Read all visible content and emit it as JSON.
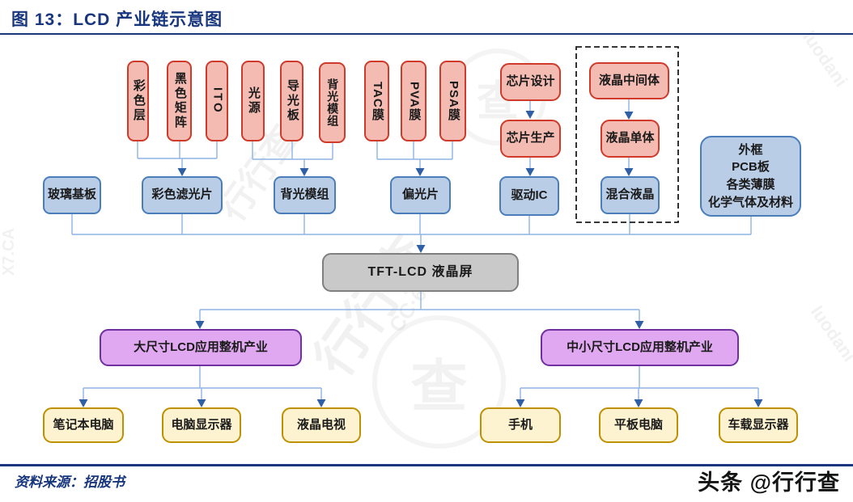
{
  "title": "图 13：LCD 产业链示意图",
  "source_note": "资料来源：招股书",
  "brand_watermark": "头条 @行行查",
  "background_watermarks": [
    "行行查",
    "luodani",
    "CC·6A",
    "X7.CA",
    "查"
  ],
  "diagram": {
    "upstream": {
      "color_filter_materials": [
        "彩色层",
        "黑色矩阵",
        "ITO"
      ],
      "backlight_materials": [
        "光源",
        "导光板",
        "背光模组"
      ],
      "polarizer_materials": [
        "TAC膜",
        "PVA膜",
        "PSA膜"
      ],
      "chip_chain": [
        "芯片设计",
        "芯片生产"
      ],
      "lc_chain": [
        "液晶中间体",
        "液晶单体"
      ]
    },
    "midstream": {
      "glass": "玻璃基板",
      "color_filter": "彩色滤光片",
      "backlight": "背光模组",
      "polarizer": "偏光片",
      "driver_ic": "驱动IC",
      "mixed_lc": "混合液晶",
      "materials_lines": [
        "外框",
        "PCB板",
        "各类薄膜",
        "化学气体及材料"
      ]
    },
    "panel": "TFT-LCD 液晶屏",
    "downstream": {
      "large": "大尺寸LCD应用整机产业",
      "small": "中小尺寸LCD应用整机产业",
      "large_products": [
        "笔记本电脑",
        "电脑显示器",
        "液晶电视"
      ],
      "small_products": [
        "手机",
        "平板电脑",
        "车载显示器"
      ]
    }
  },
  "colors": {
    "accent_navy": "#17367E",
    "red_fill": "#F3BBB1",
    "red_border": "#CF3A2A",
    "blue_fill": "#BACDE6",
    "blue_border": "#4A7EBB",
    "gray_fill": "#C9C9C9",
    "purple_fill": "#DFA8F0",
    "purple_border": "#7030A0",
    "yellow_fill": "#FDF3D0",
    "yellow_border": "#BF9000",
    "line": "#8EB4E3",
    "arrow": "#2F5FA5"
  }
}
